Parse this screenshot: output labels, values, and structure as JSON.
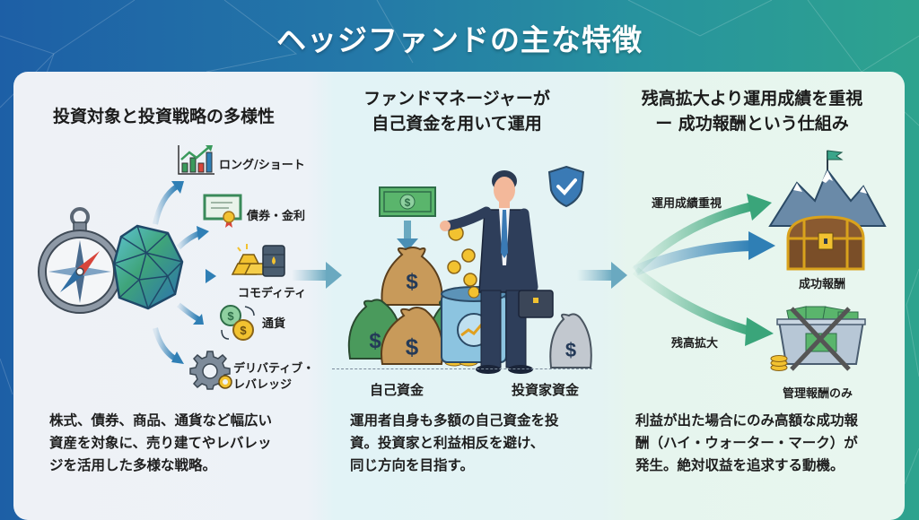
{
  "title": "ヘッジファンドの主な特徴",
  "colors": {
    "bg_left": "#1d5fa6",
    "bg_right": "#2ea38e",
    "arrow_blue": "#2f7fb5",
    "arrow_green": "#3aa57a",
    "money_green": "#4a9a5c",
    "gold": "#f2c230"
  },
  "columns": [
    {
      "heading": "投資対象と投資戦略の多様性",
      "icons": [
        "compass-icon",
        "polyhedron-icon"
      ],
      "items": [
        {
          "label": "ロング/ショート",
          "icon": "bar-chart-icon"
        },
        {
          "label": "債券・金利",
          "icon": "certificate-icon"
        },
        {
          "label": "コモディティ",
          "icon": "gold-oil-icon"
        },
        {
          "label": "通貨",
          "icon": "currency-exchange-icon"
        },
        {
          "label_line1": "デリバティブ・",
          "label_line2": "レバレッジ",
          "icon": "gears-icon"
        }
      ],
      "description": [
        "株式、債券、商品、通貨など幅広い",
        "資産を対象に、売り建てやレバレッ",
        "ジを活用した多様な戦略。"
      ]
    },
    {
      "heading_line1": "ファンドマネージャーが",
      "heading_line2": "自己資金を用いて運用",
      "labels": {
        "own_funds": "自己資金",
        "investor_funds": "投資家資金"
      },
      "description": [
        "運用者自身も多額の自己資金を投",
        "資。投資家と利益相反を避け、",
        "同じ方向を目指す。"
      ]
    },
    {
      "heading_line1": "残高拡大より運用成績を重視",
      "heading_line2": "ー 成功報酬という仕組み",
      "labels": {
        "performance": "運用成績重視",
        "asset_growth": "残高拡大",
        "success_fee": "成功報酬",
        "mgmt_fee_only": "管理報酬のみ"
      },
      "description": [
        "利益が出た場合にのみ高額な成功報",
        "酬（ハイ・ウォーター・マーク）が",
        "発生。絶対収益を追求する動機。"
      ]
    }
  ]
}
